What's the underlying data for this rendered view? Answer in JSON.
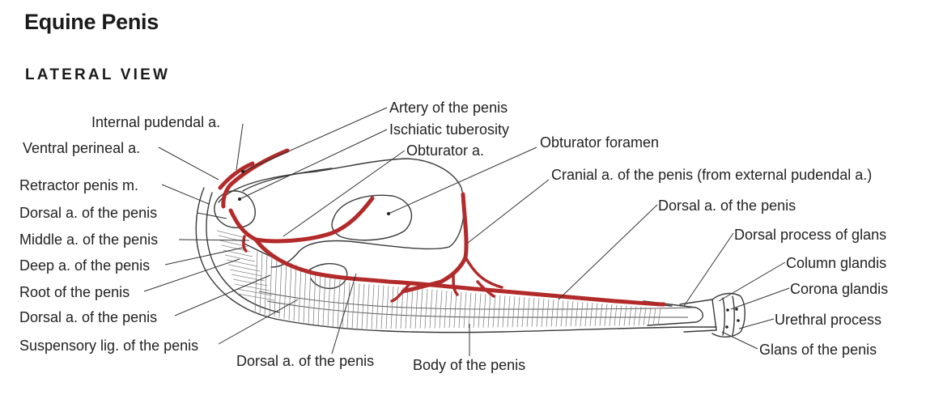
{
  "title": "Equine Penis",
  "subtitle": "LATERAL VIEW",
  "labels": {
    "internal_pudendal_a": "Internal pudendal a.",
    "ventral_perineal_a": "Ventral perineal a.",
    "retractor_penis_m": "Retractor penis m.",
    "dorsal_a_penis_1": "Dorsal a. of the penis",
    "middle_a_penis": "Middle a. of the penis",
    "deep_a_penis": "Deep a. of the penis",
    "root_penis": "Root of the penis",
    "dorsal_a_penis_2": "Dorsal a. of the penis",
    "suspensory_lig": "Suspensory lig. of the penis",
    "dorsal_a_penis_3": "Dorsal a. of the penis",
    "body_penis": "Body of the penis",
    "artery_penis": "Artery of the penis",
    "ischiatic_tuberosity": "Ischiatic tuberosity",
    "obturator_a": "Obturator a.",
    "obturator_foramen": "Obturator foramen",
    "cranial_a_penis": "Cranial a. of the penis (from external pudendal a.)",
    "dorsal_a_penis_4": "Dorsal a. of the penis",
    "dorsal_process_glans": "Dorsal process of glans",
    "column_glandis": "Column glandis",
    "corona_glandis": "Corona glandis",
    "urethral_process": "Urethral process",
    "glans_penis": "Glans of the penis"
  },
  "colors": {
    "artery": "#b22a2a",
    "outline": "#3a3a3a",
    "text": "#222222"
  }
}
